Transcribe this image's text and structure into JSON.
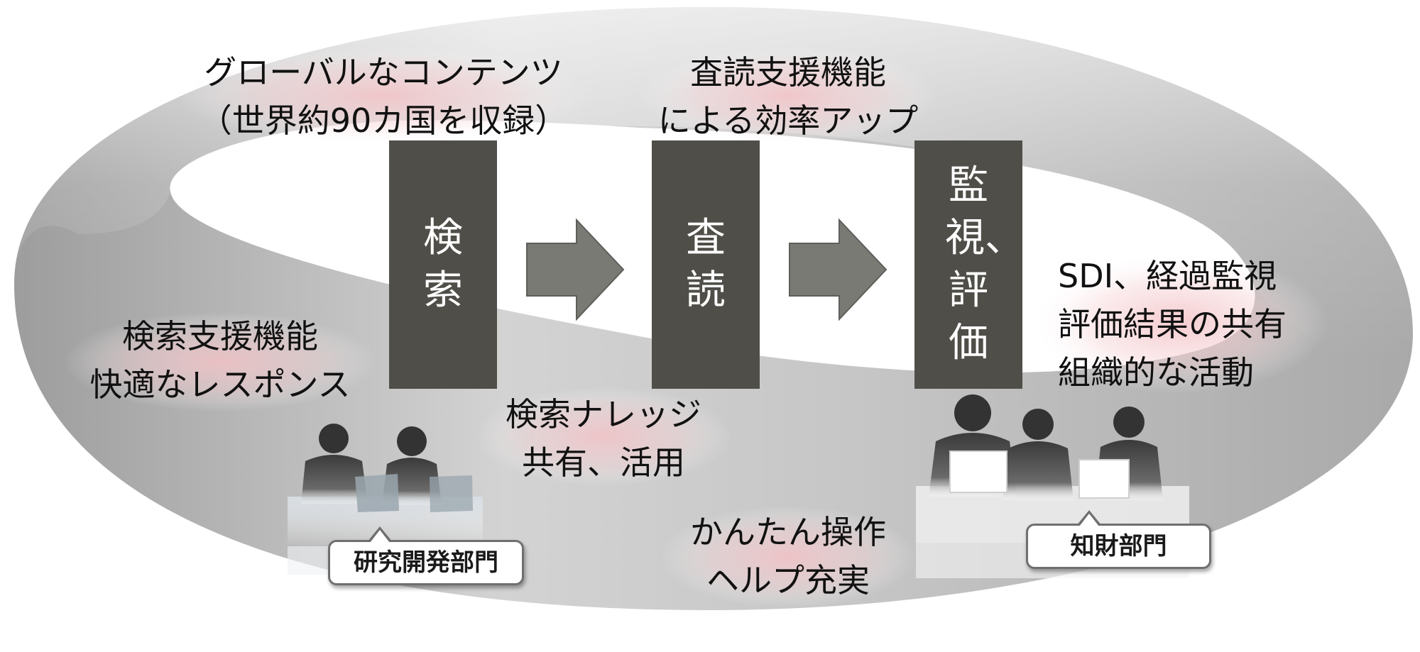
{
  "colors": {
    "step_box": "#4f4e48",
    "step_text": "#ffffff",
    "arrow_fill": "#7a7a74",
    "ring_gray": "#bdbdbd",
    "highlight_pink": "#f3c2c6",
    "text": "#111111"
  },
  "steps": {
    "search": "検索",
    "review": "査読",
    "monitor": "監視、評価"
  },
  "annotations": {
    "global_contents": [
      "グローバルなコンテンツ",
      "（世界約90カ国を収録）"
    ],
    "review_support": [
      "査読支援機能",
      "による効率アップ"
    ],
    "sdi": [
      "SDI、経過監視",
      "評価結果の共有",
      "組織的な活動"
    ],
    "search_support": [
      "検索支援機能",
      "快適なレスポンス"
    ],
    "knowledge": [
      "検索ナレッジ",
      "共有、活用"
    ],
    "easy_operation": [
      "かんたん操作",
      "ヘルプ充実"
    ]
  },
  "departments": {
    "rnd": "研究開発部門",
    "ip": "知財部門"
  },
  "icons": {
    "rnd_people": "people-at-desk-icon",
    "ip_people": "people-meeting-icon",
    "arrow": "right-arrow-icon"
  }
}
